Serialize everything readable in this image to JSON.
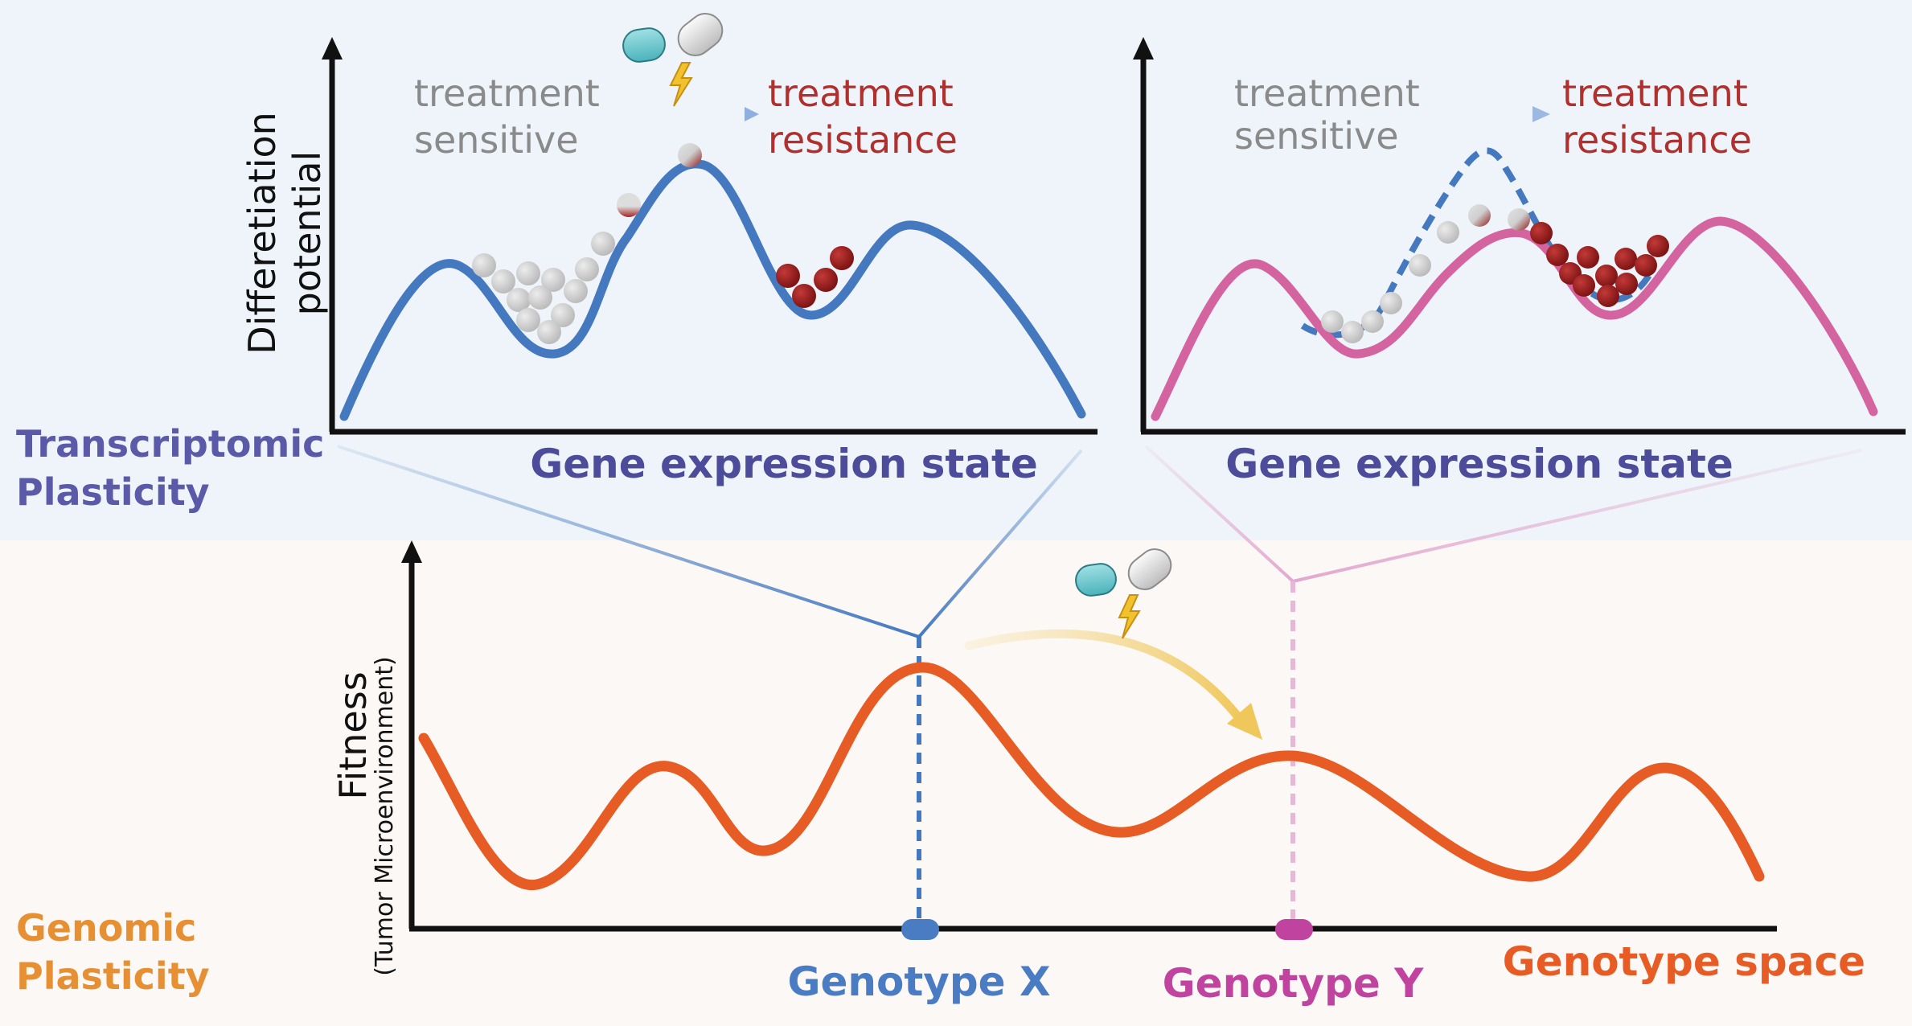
{
  "top_section": {
    "label_line1": "Transcriptomic",
    "label_line2": "Plasticity",
    "left_panel": {
      "y_label_line1": "Differetiation",
      "y_label_line2": "potential",
      "x_label": "Gene expression state",
      "sensitive_line1": "treatment",
      "sensitive_line2": "sensitive",
      "resistance_line1": "treatment",
      "resistance_line2": "resistance"
    },
    "right_panel": {
      "x_label": "Gene expression state",
      "sensitive_line1": "treatment",
      "sensitive_line2": "sensitive",
      "resistance_line1": "treatment",
      "resistance_line2": "resistance"
    }
  },
  "bottom_section": {
    "label_line1": "Genomic",
    "label_line2": "Plasticity",
    "y_label": "Fitness",
    "y_sublabel": "(Tumor Microenvironment)",
    "x_label": "Genotype space",
    "genotype_x": "Genotype X",
    "genotype_y": "Genotype Y"
  },
  "colors": {
    "top_bg": "#eef4f9",
    "bottom_bg": "#fcf8f5",
    "blue_curve": "#4479c0",
    "pink_curve": "#d4649f",
    "orange_curve": "#e65c24",
    "sensitive_gray": "#8a8a8a",
    "resistance_red": "#b0302e",
    "section_label_purple": "#5a5aa8",
    "section_label_orange": "#e69033",
    "axis_label_purple": "#4c4c9a",
    "genotype_x_blue": "#4a7cc4",
    "genotype_y_magenta": "#c043a0",
    "genotype_space_orange": "#e65c24"
  }
}
